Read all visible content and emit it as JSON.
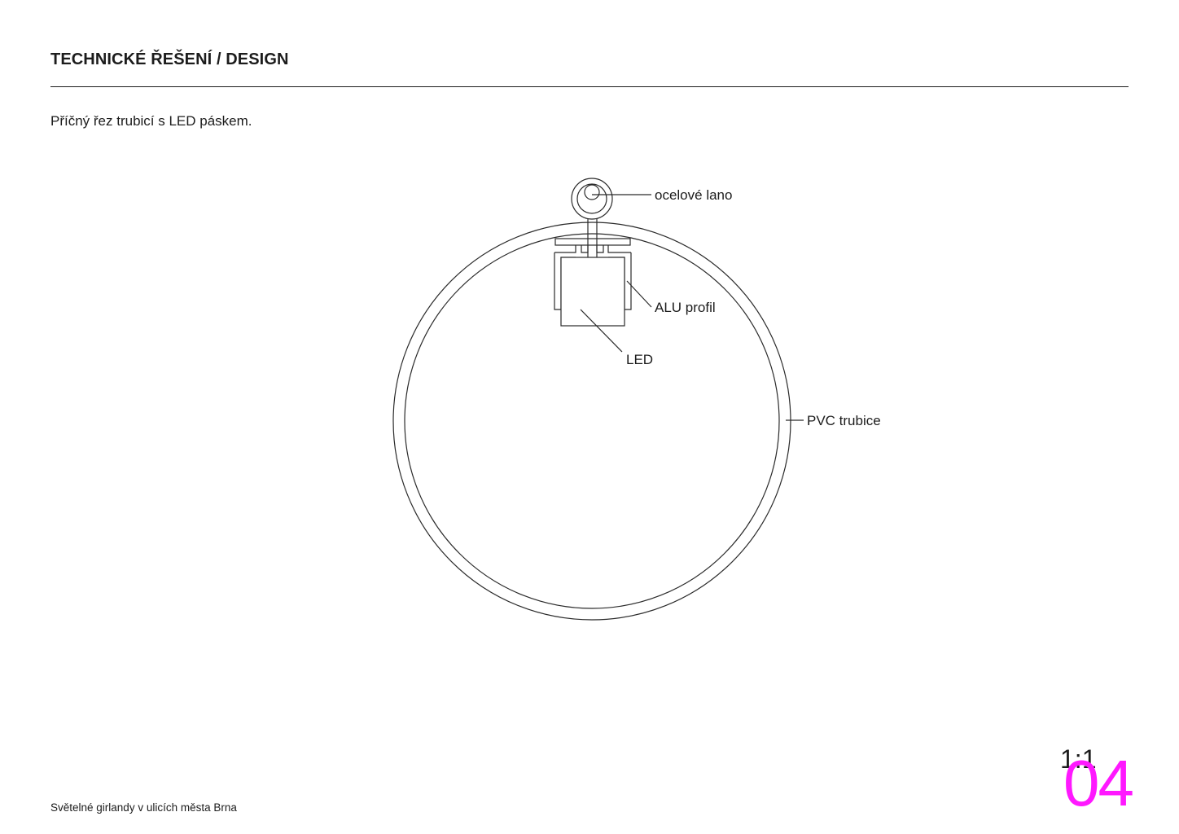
{
  "header": {
    "title": "TECHNICKÉ ŘEŠENÍ / DESIGN",
    "subtitle": "Příčný řez trubicí s LED páskem."
  },
  "diagram": {
    "labels": {
      "steel_cable": "ocelové lano",
      "alu_profile": "ALU profil",
      "led": "LED",
      "pvc_tube": "PVC trubice"
    }
  },
  "footer": {
    "project_name": "Světelné girlandy v ulicích města Brna",
    "scale": "1:1",
    "page_number": "04",
    "page_number_color": "#ff18ff"
  }
}
